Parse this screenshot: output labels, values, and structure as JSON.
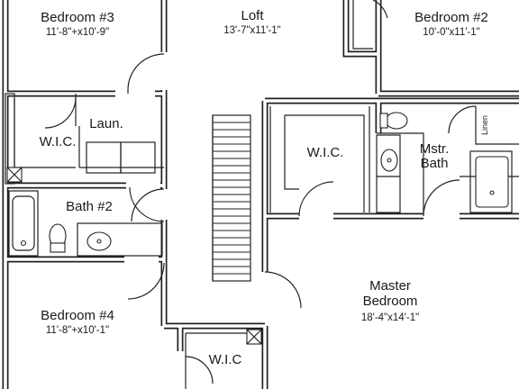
{
  "rooms": {
    "bedroom3": {
      "name": "Bedroom #3",
      "size": "11'-8\"+x10'-9\""
    },
    "loft": {
      "name": "Loft",
      "size": "13'-7\"x11'-1\""
    },
    "bedroom2": {
      "name": "Bedroom #2",
      "size": "10'-0\"x11'-1\""
    },
    "wic_left": {
      "name": "W.I.C."
    },
    "laundry": {
      "name": "Laun."
    },
    "bath2": {
      "name": "Bath #2"
    },
    "wic_master": {
      "name": "W.I.C."
    },
    "master_bath": {
      "name_line1": "Mstr.",
      "name_line2": "Bath"
    },
    "linen": {
      "name": "Linen"
    },
    "master_bedroom": {
      "name_line1": "Master",
      "name_line2": "Bedroom",
      "size": "18'-4\"x14'-1\""
    },
    "bedroom4": {
      "name": "Bedroom #4",
      "size": "11'-8\"+x10'-1\""
    },
    "wic_bottom": {
      "name": "W.I.C"
    }
  }
}
